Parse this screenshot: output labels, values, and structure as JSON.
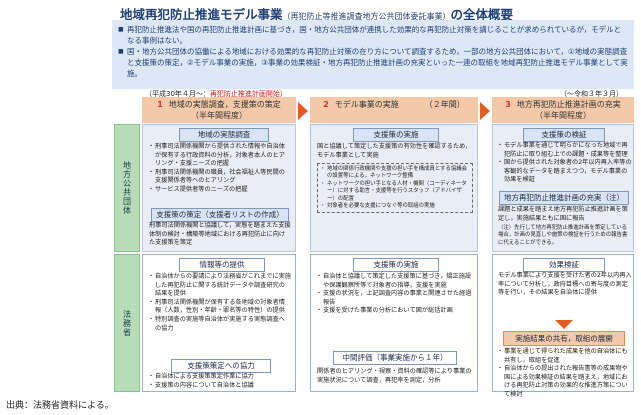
{
  "title": {
    "main": "地域再犯防止推進モデル事業",
    "sub": "（再犯防止等推進調査地方公共団体委託事業）",
    "suffix": "の全体概要"
  },
  "intro": [
    "再犯防止推進法や国の再犯防止推進計画に基づき，国・地方公共団体が連携した効果的な再犯防止対策を講じることが求められているが，モデルとなる事例はない。",
    "国・地方公共団体の協働による地域における効果的な再犯防止対策の在り方について調査するため，一部の地方公共団体において，①地域の実態調査と支援策の策定，②モデル事業の実施，③事業の効果検証・地方再犯防止推進計画の充実といった一連の取組を地域再犯防止推進モデル事業として実施。"
  ],
  "timeline": {
    "start": "（平成30年４月～：",
    "start_red": "再犯防止推進計画開始）",
    "end": "（～令和３年３月）"
  },
  "phases": [
    {
      "num": "1",
      "label": "地域の実態調査，支援策の策定",
      "period": "（半年間程度）"
    },
    {
      "num": "2",
      "label": "モデル事業の実施",
      "period": "（２年間）"
    },
    {
      "num": "3",
      "label": "地方再犯防止推進計画の充実",
      "period": "（半年間程度）"
    }
  ],
  "rows": {
    "local": "地方公共団体",
    "moj": "法務省"
  },
  "local": {
    "c1": {
      "h1": "地域の実態調査",
      "b1": [
        "刑事司法関係機関から提供された情報や自治体が保有する行政資料の分析，対象者本人のヒアリング・支援ニーズの把握",
        "刑事司法関係機関の職員，社会福祉人等民間の支援関係者等へのヒアリング",
        "サービス提供者等のニーズの把握"
      ],
      "h2": "支援策の策定（支援者リストの作成）",
      "b2": "刑事司法関係機関と協議して，実態を踏まえた支援体制の検討・構築等地域における再犯防止に向けた支援策を策定"
    },
    "c2": {
      "h1": "支援策の実施",
      "b1": "国と協議して策定した支援策の有効性を確認するため，モデル事業として実施",
      "dash": [
        "地域の関係行政機関や支援の担い手を構成員とする協議会の設置等による，ネットワーク整備",
        "ネットワークの担い手となる人材・機関（コーディネーター）に対する助言・支援等を行うスタッフ（アドバイザー）の配置",
        "対象者を必要な支援につなぐ等の取組の実施"
      ]
    },
    "c3": {
      "h1": "支援策の検証",
      "b1": [
        "モデル事業を通じて明らかになった地域で再犯防止に取り組む上での課題・成果等を整理",
        "国から提供された対象者の2年以内再入率等の客観的なデータを踏まえつつ，モデル事業の効果を検証"
      ],
      "h2": "地方再犯防止推進計画の充実（注）",
      "b2": "課題と成果を踏まえ地方再犯防止推進計画を策定し，実施結果ともに国に報告",
      "note": "（注）先行して地方再犯防止推進計画を策定している場合，計画の見直しや施策の検証を行うための報告書に代えることができる。"
    }
  },
  "moj": {
    "c1": {
      "h1": "情報等の提供",
      "b1": [
        "自治体からの要請により法務省がこれまでに実施した再犯防止に関する統計データや調査研究の結果を提供",
        "刑事司法関係機関が保有する各地域の対象者情報（人数，性別・年齢・罪名等の特性）の提供",
        "特別調査の実施等自治体が実施する実態調査への協力"
      ],
      "h2": "支援策策定への協力",
      "b2": [
        "自治体による支援策策定作業に協力",
        "支援策の内容について自治体と協議"
      ]
    },
    "c2": {
      "h1": "支援策の実施",
      "b1": [
        "自治体と協議して策定した支援策に基づき，矯正施設や保護観察所等で対象者の指導，支援を実施",
        "支援の状況を，上記調査内容の事業と関連させた経過報告",
        "支援を受けた事業の分析において国が総括計画"
      ],
      "h2": "中間評価（事業実施から１年）",
      "b2": "関係者のヒアリング・視察・資料の確認等により事業の実施状況について調査，再犯率を測定，分析"
    },
    "c3": {
      "h1": "効果検証",
      "b1": "モデル事業により支援を受けた者の2年以内再入率について分析し，政府目標への寄与度の測定等を行い，その結果を自治体に提供",
      "h2": "実施結果の共有，取組の展開",
      "b2": [
        "事業を通じて得られた成果を他の自治体にも共有し，取組を促進",
        "自治体からの提出された報告書等の成果物や国による効果検証の結果を踏まえ，地域における再犯防止対策の効果的な推進方策について検討"
      ]
    }
  },
  "source": "出典：法務省資料による。"
}
